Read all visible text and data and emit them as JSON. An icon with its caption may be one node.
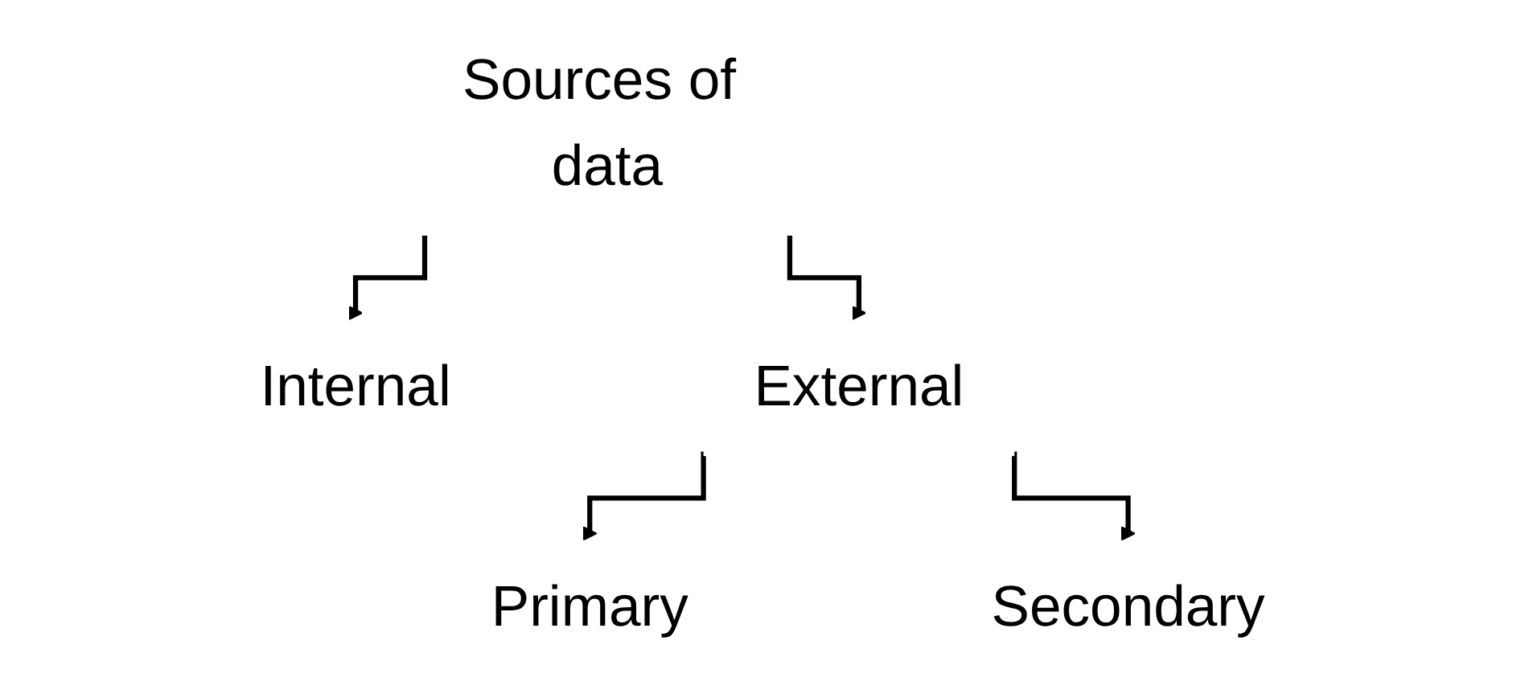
{
  "diagram": {
    "nodes": [
      {
        "text": [
          "Sources of data"
        ]
      },
      {
        "text": [
          "Internal"
        ]
      },
      {
        "text": [
          "External"
        ]
      },
      {
        "text": [
          "Primary"
        ]
      },
      {
        "text": [
          "Secondary"
        ]
      }
    ],
    "edges": [
      {
        "from": 0,
        "to": 1,
        "arrow": "to"
      },
      {
        "from": 0,
        "to": 2,
        "arrow": "to"
      },
      {
        "from": 2,
        "to": 3,
        "arrow": "to"
      },
      {
        "from": 2,
        "to": 4,
        "arrow": "to"
      }
    ]
  }
}
